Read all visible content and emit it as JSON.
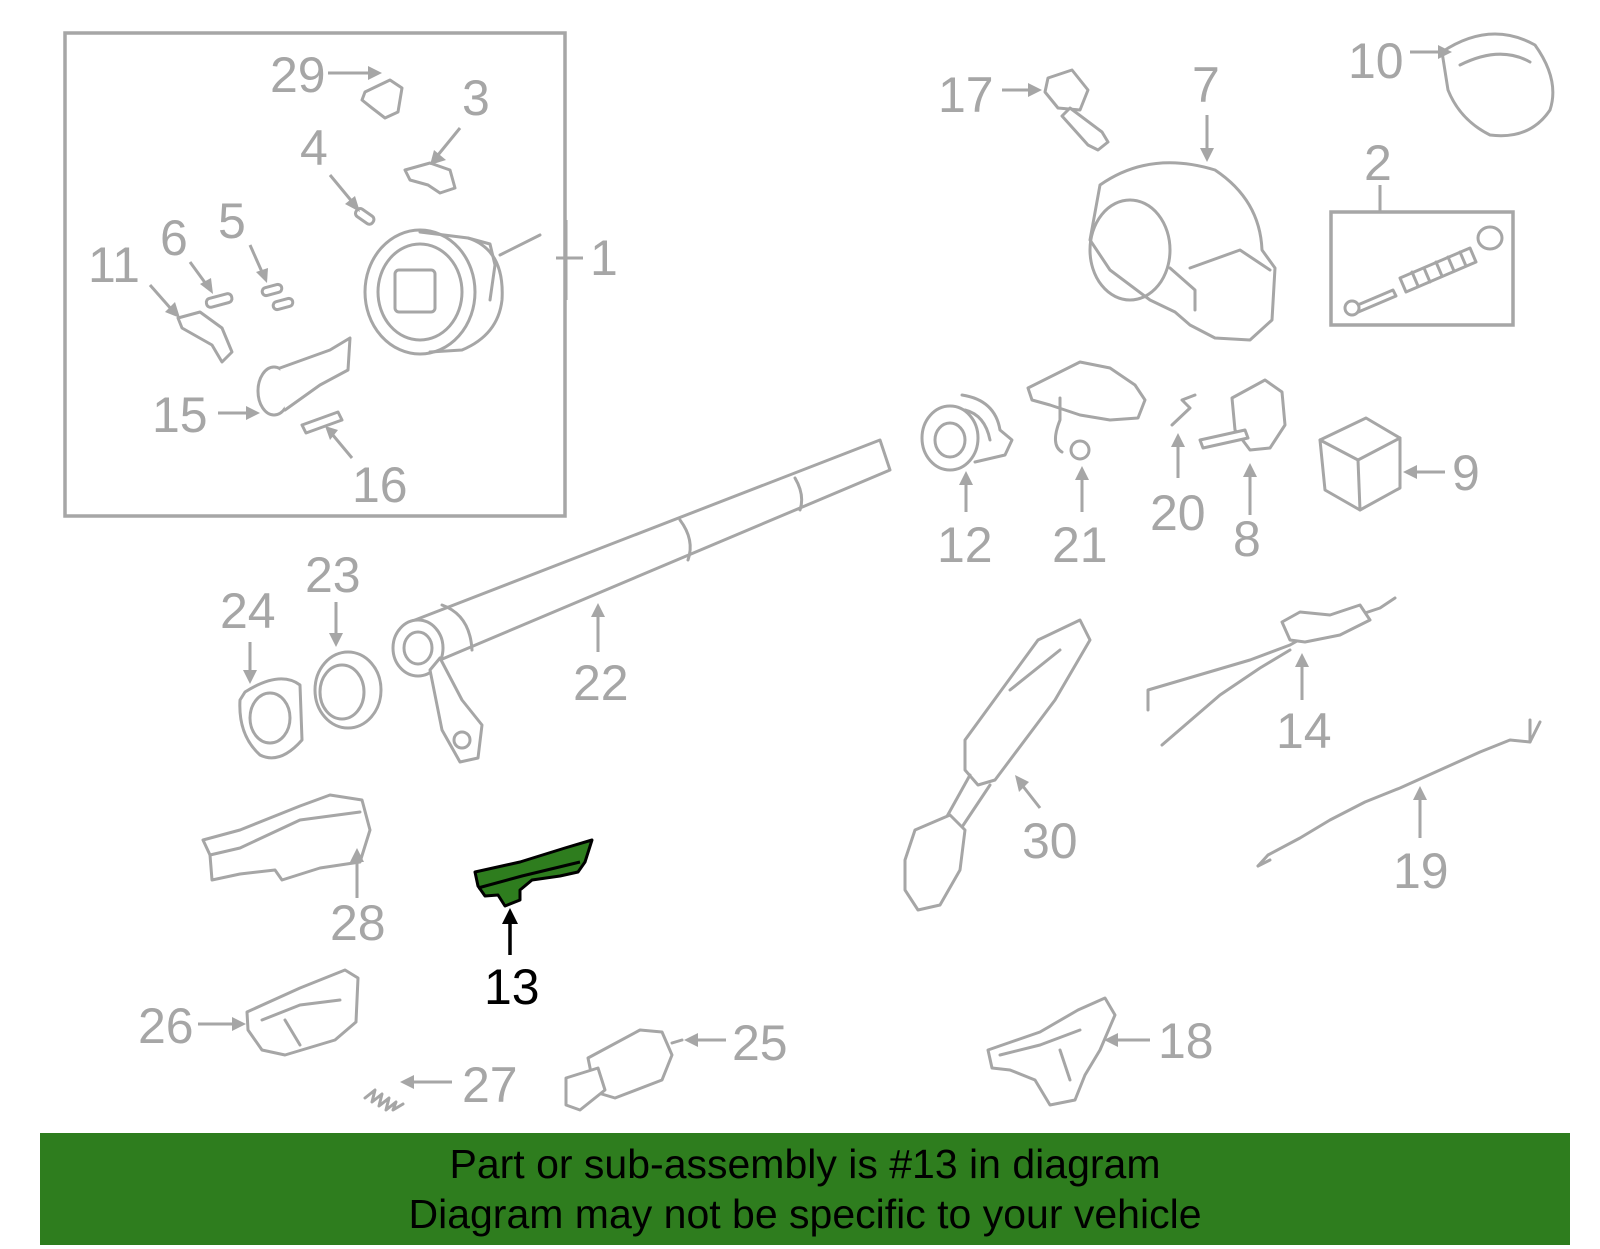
{
  "diagram": {
    "highlight_part": "13",
    "highlight_color": "#2e7d1e",
    "parts": [
      {
        "id": "p1",
        "label": "1"
      },
      {
        "id": "p2",
        "label": "2"
      },
      {
        "id": "p3",
        "label": "3"
      },
      {
        "id": "p4",
        "label": "4"
      },
      {
        "id": "p5",
        "label": "5"
      },
      {
        "id": "p6",
        "label": "6"
      },
      {
        "id": "p7",
        "label": "7"
      },
      {
        "id": "p8",
        "label": "8"
      },
      {
        "id": "p9",
        "label": "9"
      },
      {
        "id": "p10",
        "label": "10"
      },
      {
        "id": "p11",
        "label": "11"
      },
      {
        "id": "p12",
        "label": "12"
      },
      {
        "id": "p13",
        "label": "13"
      },
      {
        "id": "p14",
        "label": "14"
      },
      {
        "id": "p15",
        "label": "15"
      },
      {
        "id": "p16",
        "label": "16"
      },
      {
        "id": "p17",
        "label": "17"
      },
      {
        "id": "p18",
        "label": "18"
      },
      {
        "id": "p19",
        "label": "19"
      },
      {
        "id": "p20",
        "label": "20"
      },
      {
        "id": "p21",
        "label": "21"
      },
      {
        "id": "p22",
        "label": "22"
      },
      {
        "id": "p23",
        "label": "23"
      },
      {
        "id": "p24",
        "label": "24"
      },
      {
        "id": "p25",
        "label": "25"
      },
      {
        "id": "p26",
        "label": "26"
      },
      {
        "id": "p27",
        "label": "27"
      },
      {
        "id": "p28",
        "label": "28"
      },
      {
        "id": "p29",
        "label": "29"
      },
      {
        "id": "p30",
        "label": "30"
      }
    ]
  },
  "banner": {
    "background": "#2e7d1e",
    "line1": "Part or sub-assembly is #13 in diagram",
    "line2": "Diagram may not be specific to your vehicle"
  }
}
